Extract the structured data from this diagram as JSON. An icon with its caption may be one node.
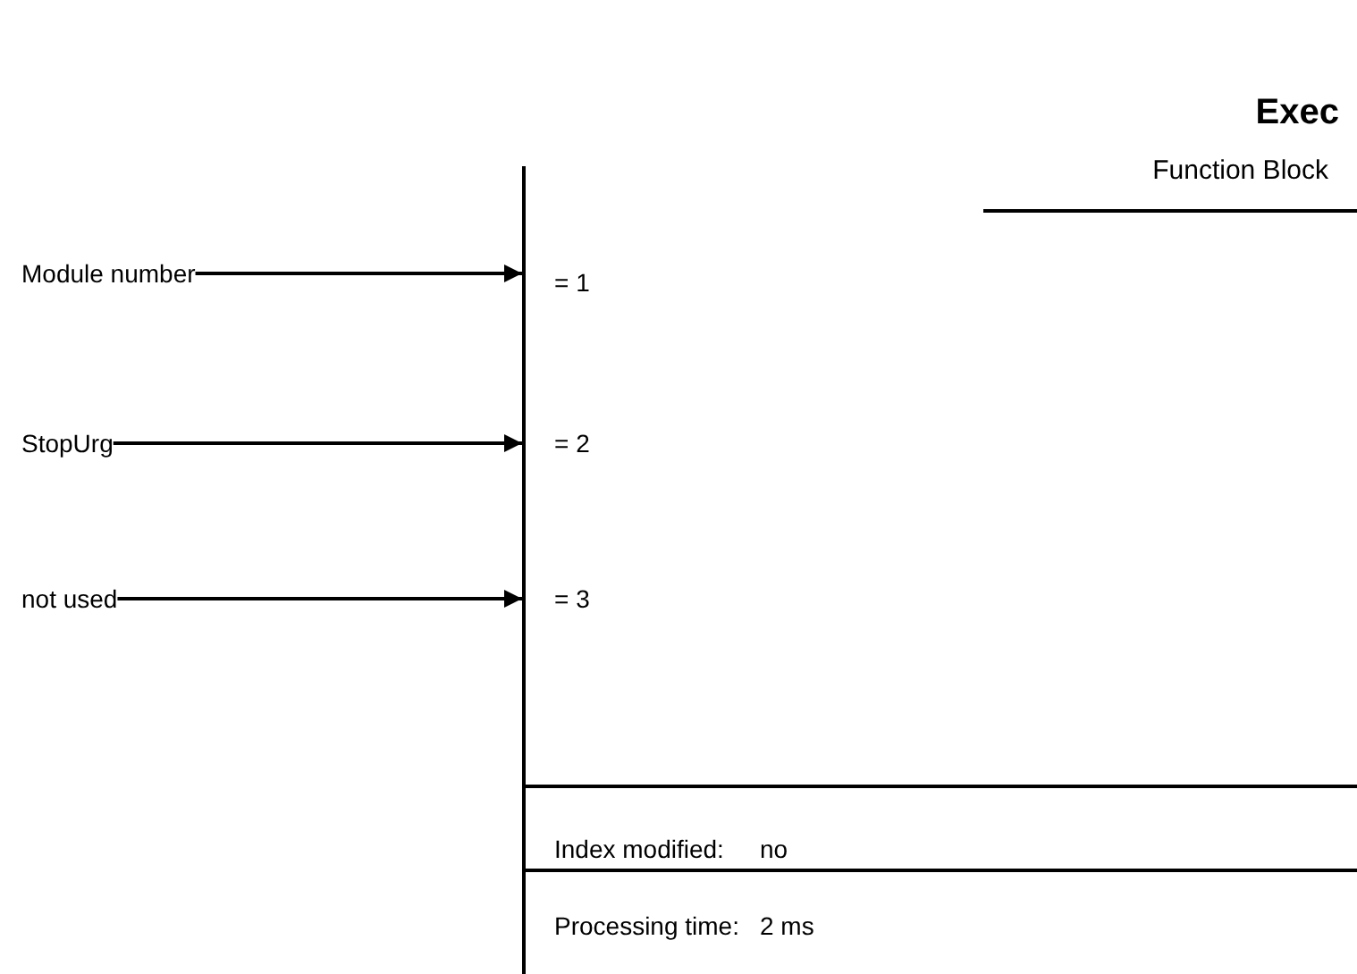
{
  "diagram": {
    "nodes": [
      {
        "text": [
          "Exec",
          "Function Block"
        ]
      },
      {
        "text": [
          "Module number"
        ]
      },
      {
        "text": [
          "StopUrg"
        ]
      },
      {
        "text": [
          "not used"
        ]
      }
    ],
    "edges": [
      {
        "from": 1,
        "to": 0,
        "arrow": "to"
      },
      {
        "from": 2,
        "to": 0,
        "arrow": "to"
      },
      {
        "from": 3,
        "to": 0,
        "arrow": "to"
      }
    ],
    "labels": [
      "= 1",
      "= 2",
      "= 3",
      "Index modified:",
      "no",
      "Processing time:",
      "2 ms"
    ]
  }
}
